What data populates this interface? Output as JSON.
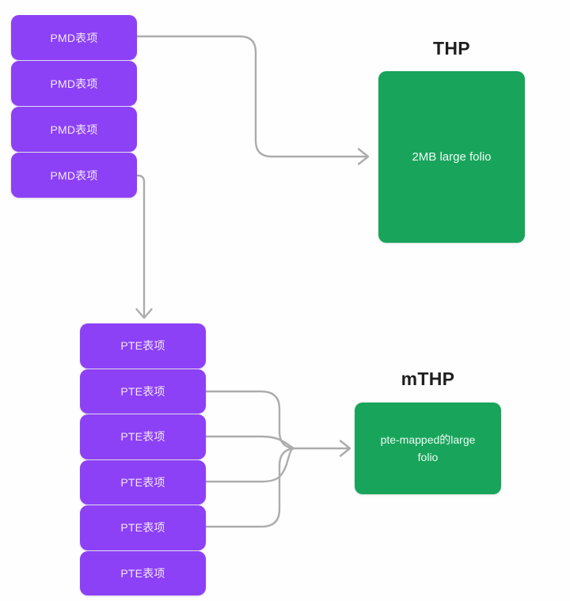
{
  "pmd_stack": {
    "items": [
      "PMD表项",
      "PMD表项",
      "PMD表项",
      "PMD表项"
    ]
  },
  "pte_stack": {
    "items": [
      "PTE表项",
      "PTE表项",
      "PTE表项",
      "PTE表项",
      "PTE表项",
      "PTE表项"
    ]
  },
  "thp": {
    "title": "THP",
    "label": "2MB large folio"
  },
  "mthp": {
    "title": "mTHP",
    "label": "pte-mapped的large folio"
  },
  "colors": {
    "entry_box": "#8d41f6",
    "folio_box": "#19a45c",
    "connector": "#acacac",
    "title_text": "#1f1f1f",
    "entry_text": "#f1e9ff",
    "folio_text": "#edfaf2",
    "background": "#fefefe"
  }
}
